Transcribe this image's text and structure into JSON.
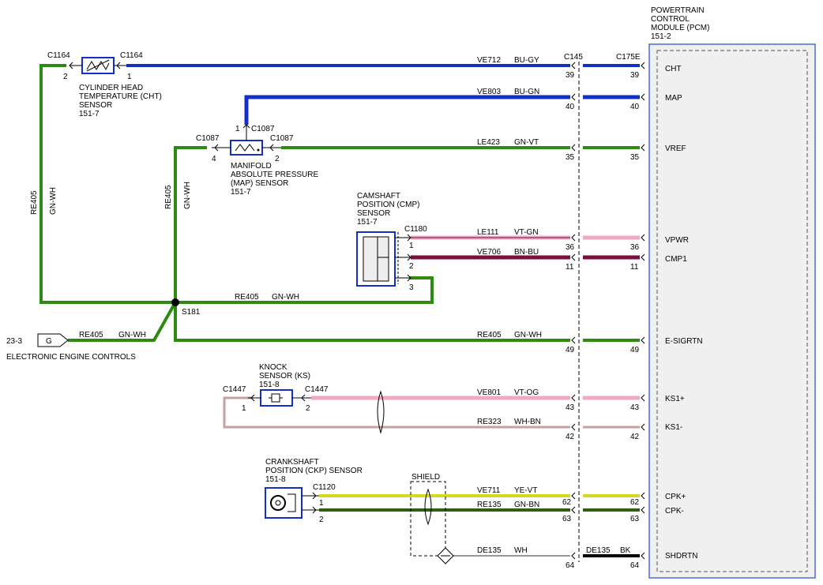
{
  "colors": {
    "blue": "#1230c8",
    "green": "#2e8b12",
    "pink": "#f0a8c4",
    "dark_red": "#7a1040",
    "yellow": "#d8d820",
    "dark_green": "#2f5f10",
    "black": "#000000",
    "pcm_fill": "#f0f0f0",
    "pcm_border": "#4a6adc"
  },
  "pcm": {
    "title": [
      "POWERTRAIN",
      "CONTROL",
      "MODULE (PCM)",
      "151-2"
    ]
  },
  "connectors": {
    "c145": "C145",
    "c175e": "C175E"
  },
  "pins": [
    {
      "name": "CHT",
      "wire": "VE712",
      "color": "BU-GY",
      "c145": "39",
      "pcm": "39"
    },
    {
      "name": "MAP",
      "wire": "VE803",
      "color": "BU-GN",
      "c145": "40",
      "pcm": "40"
    },
    {
      "name": "VREF",
      "wire": "LE423",
      "color": "GN-VT",
      "c145": "35",
      "pcm": "35"
    },
    {
      "name": "VPWR",
      "wire": "LE111",
      "color": "VT-GN",
      "c145": "36",
      "pcm": "36"
    },
    {
      "name": "CMP1",
      "wire": "VE706",
      "color": "BN-BU",
      "c145": "11",
      "pcm": "11"
    },
    {
      "name": "E-SIGRTN",
      "wire": "RE405",
      "color": "GN-WH",
      "c145": "49",
      "pcm": "49"
    },
    {
      "name": "KS1+",
      "wire": "VE801",
      "color": "VT-OG",
      "c145": "43",
      "pcm": "43"
    },
    {
      "name": "KS1-",
      "wire": "RE323",
      "color": "WH-BN",
      "c145": "42",
      "pcm": "42"
    },
    {
      "name": "CPK+",
      "wire": "VE711",
      "color": "YE-VT",
      "c145": "62",
      "pcm": "62"
    },
    {
      "name": "CPK-",
      "wire": "RE135",
      "color": "GN-BN",
      "c145": "63",
      "pcm": "63"
    },
    {
      "name": "SHDRTN",
      "wire": "DE135",
      "color": "WH",
      "c145": "",
      "pcm": "64",
      "right_wire": "DE135",
      "right_color": "BK",
      "left_pin": "64"
    }
  ],
  "sensors": {
    "cht": {
      "label": [
        "CYLINDER HEAD",
        "TEMPERATURE (CHT)",
        "SENSOR",
        "151-7"
      ],
      "conn": "C1164",
      "pin1": "1",
      "pin2": "2"
    },
    "map": {
      "label": [
        "MANIFOLD",
        "ABSOLUTE PRESSURE",
        "(MAP) SENSOR",
        "151-7"
      ],
      "conn": "C1087",
      "pin1": "1",
      "pin2": "2",
      "pin4": "4"
    },
    "cmp": {
      "label": [
        "CAMSHAFT",
        "POSITION (CMP)",
        "SENSOR",
        "151-7"
      ],
      "conn": "C1180",
      "pin1": "1",
      "pin2": "2",
      "pin3": "3"
    },
    "ks": {
      "label": [
        "KNOCK",
        "SENSOR (KS)",
        "151-8"
      ],
      "conn": "C1447",
      "pin1": "1",
      "pin2": "2"
    },
    "ckp": {
      "label": [
        "CRANKSHAFT",
        "POSITION (CKP) SENSOR",
        "151-8"
      ],
      "conn": "C1120",
      "pin1": "1",
      "pin2": "2"
    }
  },
  "ground": {
    "wire": "RE405",
    "color": "GN-WH",
    "splice": "S181",
    "ref": "23-3",
    "box": "G",
    "caption": "ELECTRONIC ENGINE CONTROLS"
  },
  "shield": "SHIELD"
}
